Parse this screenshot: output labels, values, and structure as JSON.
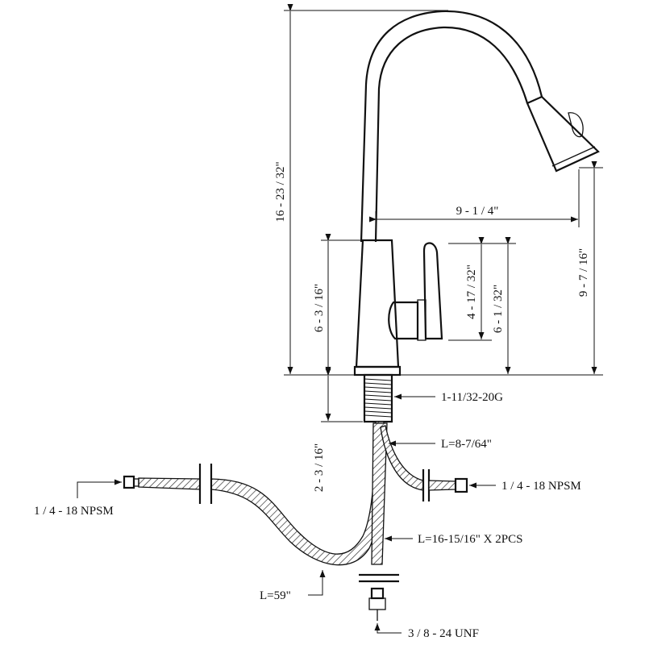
{
  "dimensions": {
    "overall_height": "16 - 23 / 32\"",
    "spout_reach": "9 - 1 / 4\"",
    "spout_height": "9 - 7 / 16\"",
    "body_height": "6 - 3 / 16\"",
    "handle_height": "4 - 17 / 32\"",
    "handle_top": "6 - 1 / 32\"",
    "shank_length": "2 - 3 / 16\""
  },
  "callouts": {
    "shank_thread": "1-11/32-20G",
    "supply_length": "L=8-7/64\"",
    "supply_thread_right": "1 / 4 - 18 NPSM",
    "supply_length_2": "L=16-15/16\" X 2PCS",
    "pullout_length": "L=59\"",
    "supply_thread_left": "1 / 4 - 18 NPSM",
    "inlet_thread": "3 / 8 - 24 UNF"
  }
}
